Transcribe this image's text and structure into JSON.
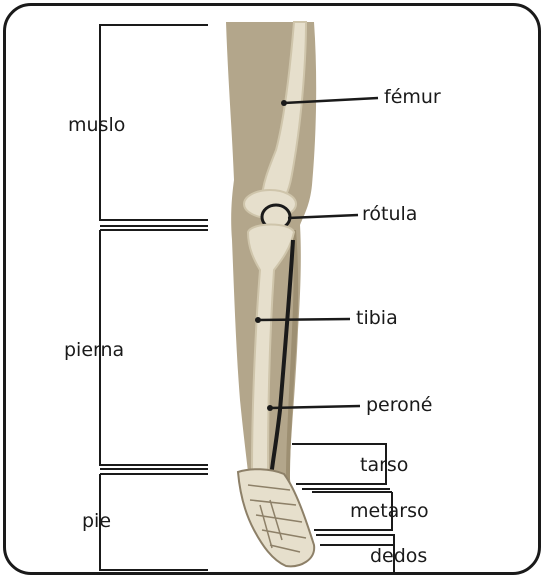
{
  "regions": {
    "muslo": "muslo",
    "pierna": "pierna",
    "pie": "pie"
  },
  "bones": {
    "femur": "fémur",
    "rotula": "rótula",
    "tibia": "tibia",
    "perone": "peroné",
    "tarso": "tarso",
    "metarso": "metarso",
    "dedos": "dedos"
  },
  "colors": {
    "skin": "#b3a68b",
    "skin_shadow": "#9d8f72",
    "bone": "#e6dfcc",
    "bone_shade": "#cfc5ab",
    "line": "#1a1a1a"
  }
}
